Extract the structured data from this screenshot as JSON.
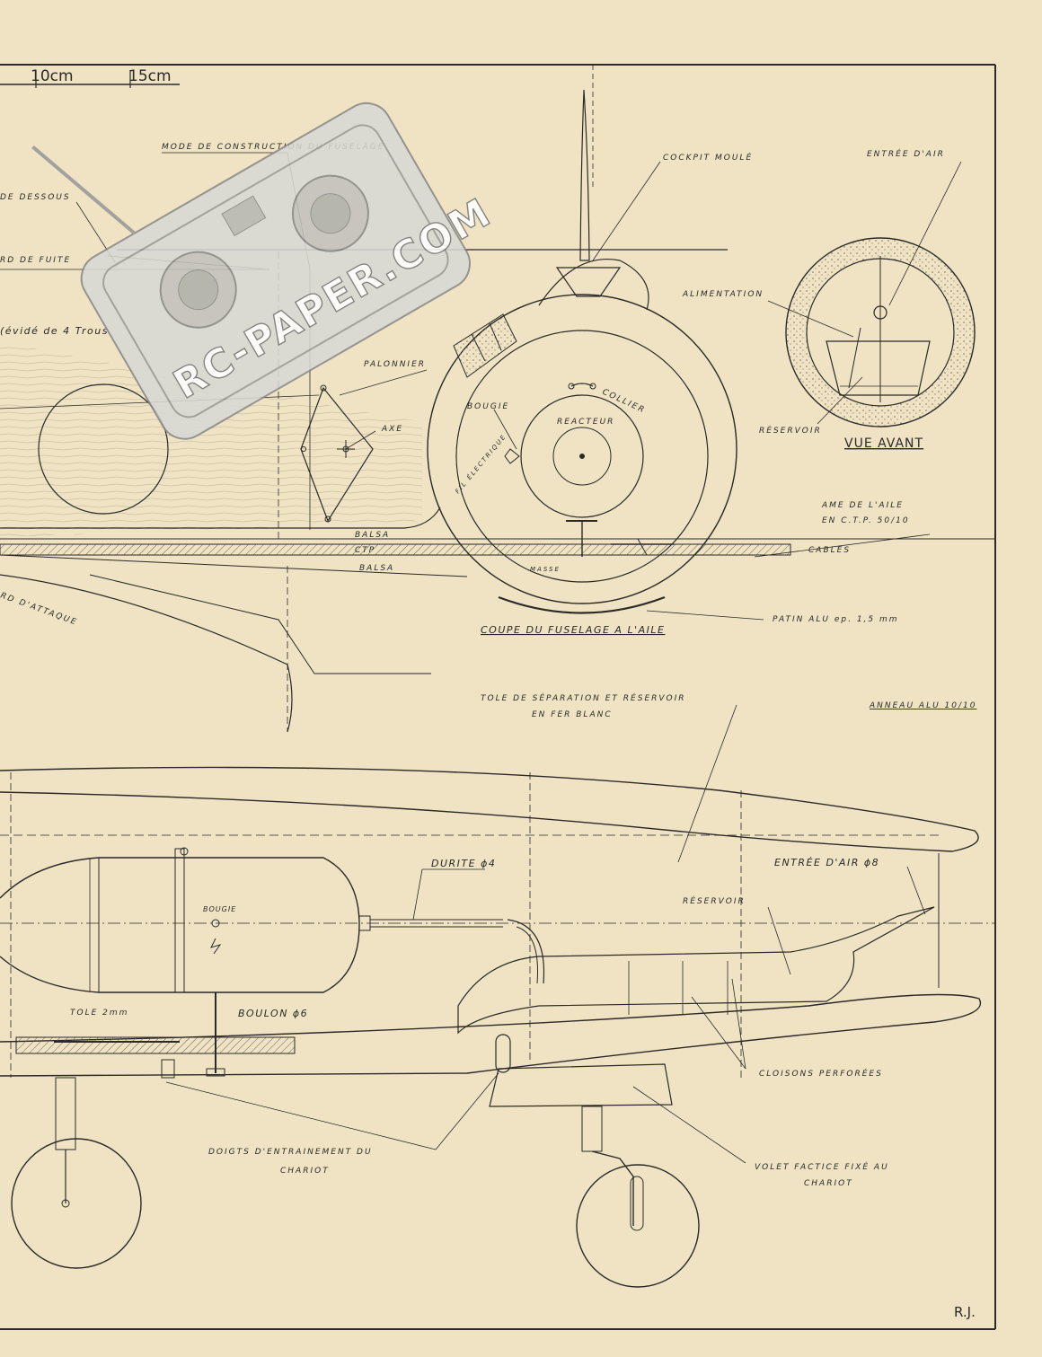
{
  "scale": {
    "mark_10": "10cm",
    "mark_15": "15cm"
  },
  "watermark": {
    "text": "RC-PAPER.COM"
  },
  "top_left": {
    "construction_title": "MODE DE CONSTRUCTION DU FUSELAGE",
    "dessous": "DE DESSOUS",
    "bord_fuite": "RD DE FUITE",
    "evide": "(évidé de 4 Trous",
    "palonnier": "PALONNIER",
    "axe": "AXE",
    "balsa_top": "BALSA",
    "ctp": "CTP",
    "balsa_bottom": "BALSA",
    "bord_attaque": "RD D'ATTAQUE"
  },
  "section": {
    "cockpit": "COCKPIT MOULÉ",
    "bougie": "BOUGIE",
    "reacteur": "REACTEUR",
    "collier": "COLLIER",
    "fil_electrique": "FIL ÉLECTRIQUE",
    "masse": "MASSE",
    "ame_line1": "AME DE L'AILE",
    "ame_line2": "EN C.T.P. 50/10",
    "cables": "CABLES",
    "patin": "PATIN ALU ep. 1,5 mm",
    "coupe_title": "COUPE DU FUSELAGE A L'AILE"
  },
  "front_view": {
    "entree_air": "ENTRÉE D'AIR",
    "alimentation": "ALIMENTATION",
    "reservoir": "RÉSERVOIR",
    "title": "VUE AVANT"
  },
  "side_view": {
    "tole_line1": "TOLE DE SÉPARATION ET RÉSERVOIR",
    "tole_line2": "EN FER BLANC",
    "anneau": "ANNEAU ALU 10/10",
    "durite": "DURITE ϕ4",
    "entree_air": "ENTRÉE D'AIR ϕ8",
    "reservoir": "RÉSERVOIR",
    "bougie": "BOUGIE",
    "tole_2mm": "TOLE 2mm",
    "boulon": "BOULON ϕ6",
    "cloisons": "CLOISONS PERFORÉES",
    "doigts_line1": "DOIGTS D'ENTRAINEMENT DU",
    "doigts_line2": "CHARIOT",
    "volet_line1": "VOLET FACTICE FIXÉ AU",
    "volet_line2": "CHARIOT"
  },
  "signature": "R.J."
}
